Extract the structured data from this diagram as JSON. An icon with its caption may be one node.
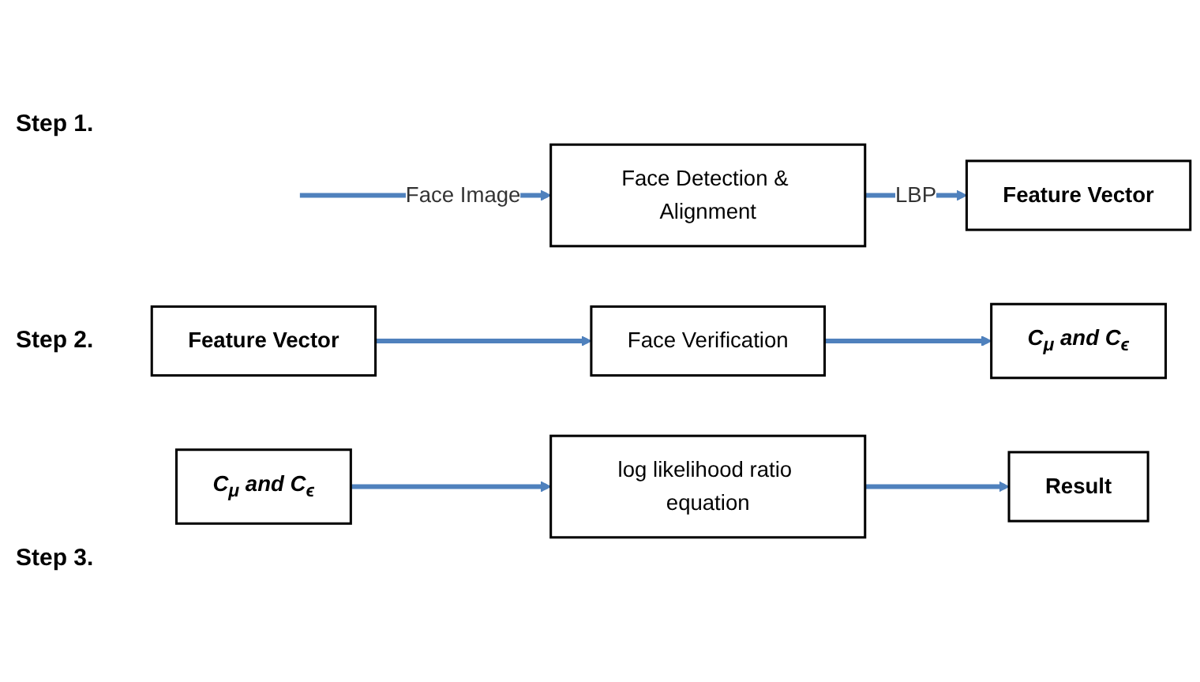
{
  "diagram": {
    "nodes": [
      {
        "text": [
          "Face Detection & Alignment"
        ]
      },
      {
        "text": [
          "Feature Vector"
        ]
      },
      {
        "text": [
          "Feature Vector"
        ]
      },
      {
        "text": [
          "Face Verification"
        ]
      },
      {
        "text": [
          "C$_{μ}$ and C$_{ϵ}$"
        ]
      },
      {
        "text": [
          "C$_{μ}$ and C$_{ϵ}$"
        ]
      },
      {
        "text": [
          "log likelihood ratio equation"
        ]
      },
      {
        "text": [
          "Result"
        ]
      }
    ],
    "edges": [
      {
        "from": null,
        "to": 0,
        "arrow": "to",
        "label": "Face Image"
      },
      {
        "from": 0,
        "to": 1,
        "arrow": "to",
        "label": "LBP"
      },
      {
        "from": 2,
        "to": 3,
        "arrow": "to"
      },
      {
        "from": 3,
        "to": 4,
        "arrow": "to"
      },
      {
        "from": 5,
        "to": 6,
        "arrow": "to"
      },
      {
        "from": 6,
        "to": 7,
        "arrow": "to"
      }
    ],
    "labels": [
      "Step 1.",
      "Step 2.",
      "Step 3."
    ]
  }
}
